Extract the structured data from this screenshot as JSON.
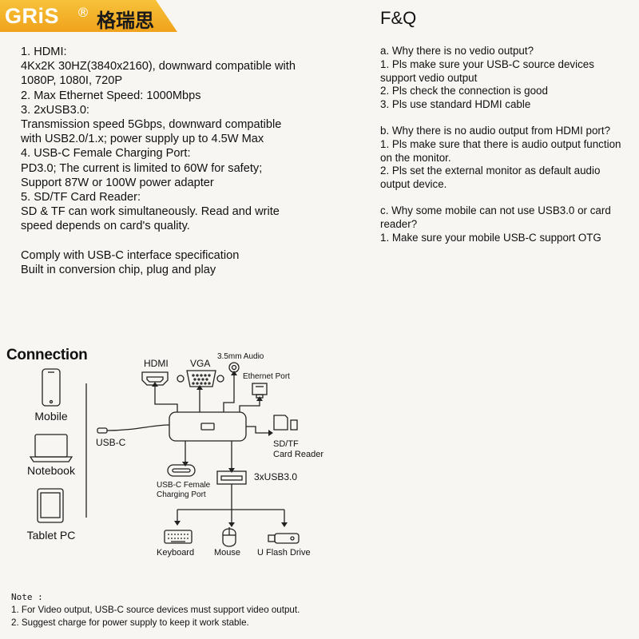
{
  "brand": {
    "name": "GRiS",
    "registered": "®",
    "cn_name": "格瑞思"
  },
  "specs": [
    "1. HDMI:",
    "4Kx2K 30HZ(3840x2160), downward compatible with",
    "1080P, 1080I, 720P",
    "2. Max Ethernet Speed: 1000Mbps",
    "3. 2xUSB3.0:",
    "Transmission speed  5Gbps, downward compatible",
    "with USB2.0/1.x;  power supply up to 4.5W Max",
    "4. USB-C Female Charging Port:",
    "PD3.0; The current is limited to 60W for safety;",
    "Support 87W or 100W power adapter",
    "5. SD/TF Card Reader:",
    "SD & TF can work simultaneously.  Read and write",
    "speed depends on card's quality."
  ],
  "compliance": [
    "Comply with USB-C interface specification",
    "Built in conversion chip, plug and play"
  ],
  "faq": {
    "title": "F&Q",
    "groups": [
      {
        "question": "a. Why there is no vedio output?",
        "answers": [
          "1. Pls make sure your USB-C source devices",
          "support vedio output",
          "2. Pls check the connection is good",
          "3. Pls use standard HDMI cable"
        ]
      },
      {
        "question": "b. Why there is no audio output from HDMI port?",
        "answers": [
          "1. Pls make sure that there is audio output function",
          "on the monitor.",
          "2. Pls set the external monitor as default audio",
          "output device."
        ]
      },
      {
        "question": "c. Why some mobile can not use USB3.0 or card",
        "answers": [
          "reader?",
          "1. Make sure your mobile USB-C support OTG"
        ]
      }
    ]
  },
  "connection": {
    "title": "Connection",
    "devices": [
      "Mobile",
      "Notebook",
      "Tablet PC"
    ],
    "ports": {
      "hdmi": "HDMI",
      "vga": "VGA",
      "audio": "3.5mm Audio",
      "ethernet": "Ethernet Port",
      "sd_tf_line1": "SD/TF",
      "sd_tf_line2": "Card Reader",
      "usbc_input": "USB-C",
      "usbc_female_line1": "USB-C Female",
      "usbc_female_line2": "Charging Port",
      "usb3": "3xUSB3.0",
      "keyboard": "Keyboard",
      "mouse": "Mouse",
      "flash": "U Flash Drive"
    }
  },
  "notes": {
    "title": "Note :",
    "items": [
      "1.  For Video output, USB-C source devices must support video output.",
      "2.  Suggest charge for power supply to keep it work stable."
    ]
  },
  "colors": {
    "banner": "#f0a21c",
    "text": "#111111"
  }
}
